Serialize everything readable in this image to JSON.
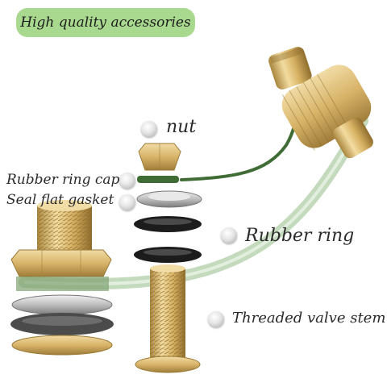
{
  "header": {
    "badge_text": "High quality accessories"
  },
  "callouts": {
    "nut": "nut",
    "rubber_ring_cap": "Rubber ring cap",
    "seal_flat_gasket": "Seal flat gasket",
    "rubber_ring": "Rubber ring",
    "threaded_valve_stem": "Threaded valve stem"
  },
  "colors": {
    "badge_green": "#a9d98f",
    "brass": "#d9b56a",
    "tube_green": "#3f6b35",
    "clear_tube": "#b9d3b2",
    "rubber_black": "#1c1c1c",
    "gasket_grey": "#9a9a9a"
  },
  "icons": {
    "bullet": "grey-sphere-bullet"
  }
}
